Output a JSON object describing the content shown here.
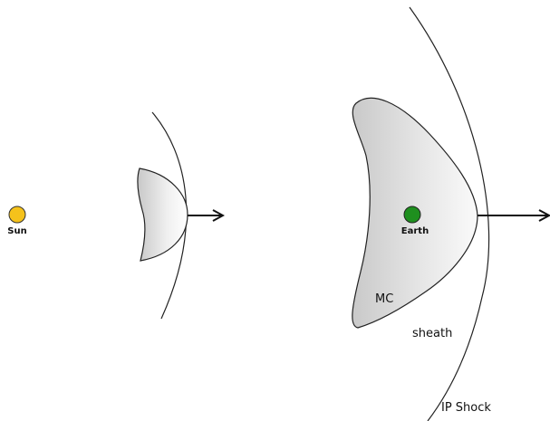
{
  "labels": {
    "sun": "Sun",
    "earth": "Earth",
    "mc": "MC",
    "sheath": "sheath",
    "ip_shock": "IP Shock"
  },
  "colors": {
    "sun_fill": "#f5c21b",
    "earth_fill": "#1e8f1e",
    "cloud_fill": "#d9d9d9",
    "stroke": "#222222"
  }
}
